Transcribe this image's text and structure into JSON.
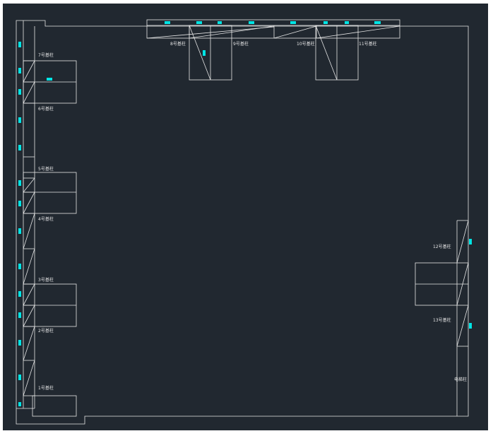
{
  "drawing": {
    "background": "#212830",
    "line_color": "#e6e6e6",
    "marker_color": "#00e5e5"
  },
  "labels": {
    "column_1": "1号基柱",
    "column_2": "2号基柱",
    "column_3": "3号基柱",
    "column_4": "4号基柱",
    "column_5": "5号基柱",
    "column_6": "6号基柱",
    "column_7": "7号基柱",
    "column_8": "8号基柱",
    "column_9": "9号基柱",
    "column_10": "10号基柱",
    "column_11": "11号基柱",
    "column_12": "12号基柱",
    "column_13": "13号基柱",
    "stair_column": "电梯柱"
  }
}
